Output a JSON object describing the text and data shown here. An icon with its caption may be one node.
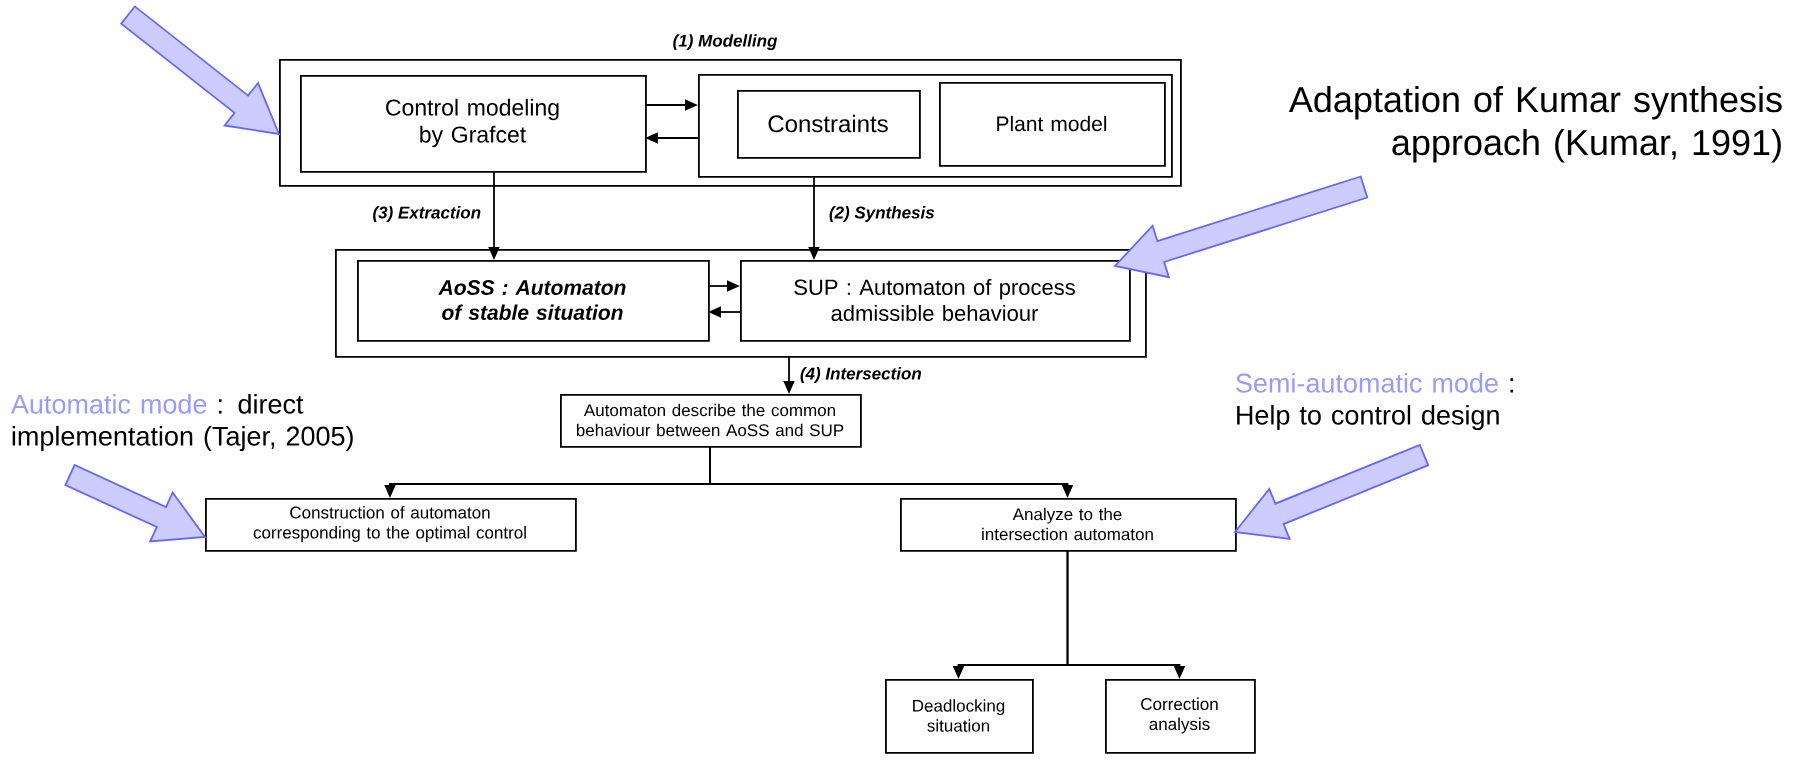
{
  "diagram": {
    "nodes": [
      {
        "text": [
          "(1) Modelling"
        ]
      },
      {
        "text": [
          "Control modeling by Grafcet"
        ],
        "in": 0
      },
      {
        "text": [],
        "shape": "box",
        "in": 0
      },
      {
        "text": [
          "Constraints"
        ],
        "in": 2
      },
      {
        "text": [
          "Plant model"
        ],
        "in": 2
      },
      {
        "text": [],
        "shape": "box"
      },
      {
        "text": [
          "AoSS : Automaton of stable situation"
        ],
        "in": 5
      },
      {
        "text": [
          "SUP : Automaton of process admissible behaviour"
        ],
        "in": 5
      },
      {
        "text": [
          "Automaton describe the common behaviour between AoSS and SUP"
        ]
      },
      {
        "text": [
          "Construction of automaton corresponding to the optimal control"
        ]
      },
      {
        "text": [
          "Analyze to the intersection automaton"
        ]
      },
      {
        "text": [
          "Deadlocking situation"
        ]
      },
      {
        "text": [
          "Correction analysis"
        ]
      },
      {
        "text": [
          "Adaptation of Kumar synthesis approach (Kumar, 1991)"
        ]
      },
      {
        "text": [
          "Automatic mode",
          ": direct implementation (Tajer, 2005)"
        ]
      },
      {
        "text": [
          "Semi-automatic mode",
          ": Help to control design"
        ]
      }
    ],
    "edges": [
      {
        "from": 1,
        "to": 2,
        "arrow": "to"
      },
      {
        "from": 2,
        "to": 1,
        "arrow": "to"
      },
      {
        "from": 1,
        "to": 6,
        "arrow": "to",
        "label": "(3) Extraction"
      },
      {
        "from": 2,
        "to": 7,
        "arrow": "to",
        "label": "(2) Synthesis"
      },
      {
        "from": 6,
        "to": 7,
        "arrow": "to"
      },
      {
        "from": 7,
        "to": 6,
        "arrow": "to"
      },
      {
        "from": 5,
        "to": 8,
        "arrow": "to",
        "label": "(4) Intersection"
      },
      {
        "from": 8,
        "to": 9,
        "arrow": "to"
      },
      {
        "from": 8,
        "to": 10,
        "arrow": "to"
      },
      {
        "from": 10,
        "to": 11,
        "arrow": "to"
      },
      {
        "from": 10,
        "to": 12,
        "arrow": "to"
      },
      {
        "from": null,
        "to": 0,
        "arrow": "to",
        "style": "thick",
        "color": "#ccccff"
      },
      {
        "from": 13,
        "to": 7,
        "arrow": "to",
        "style": "thick",
        "color": "#ccccff"
      },
      {
        "from": 14,
        "to": 9,
        "arrow": "to",
        "style": "thick",
        "color": "#ccccff"
      },
      {
        "from": 15,
        "to": 10,
        "arrow": "to",
        "style": "thick",
        "color": "#ccccff"
      }
    ]
  }
}
